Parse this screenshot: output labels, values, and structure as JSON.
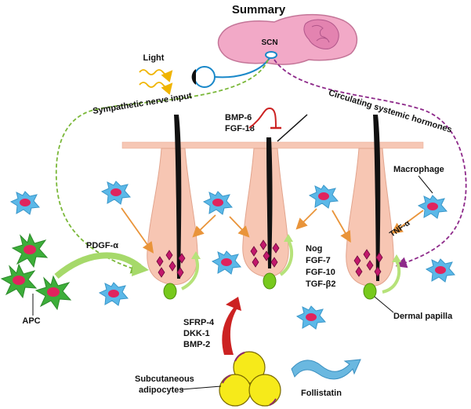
{
  "title": "Summary",
  "labels": {
    "scn": "SCN",
    "light": "Light",
    "sympathetic": "Sympathetic nerve input",
    "circulating": "Circulating systemic hormones",
    "bmp6": "BMP-6",
    "fgf18": "FGF-18",
    "macrophage": "Macrophage",
    "tnf": "TNF-α",
    "pdgf": "PDGF-α",
    "apc": "APC",
    "nog": "Nog",
    "fgf7": "FGF-7",
    "fgf10": "FGF-10",
    "tgfb2": "TGF-β2",
    "dermal_papilla": "Dermal papilla",
    "sfrp4": "SFRP-4",
    "dkk1": "DKK-1",
    "bmp2": "BMP-2",
    "subcutaneous": "Subcutaneous",
    "adipocytes": "adipocytes",
    "follistatin": "Follistatin"
  },
  "colors": {
    "brain": "#f2a9c7",
    "skin": "#f6c7b5",
    "follicle": "#f7c6b3",
    "hair": "#111111",
    "macrophage": "#5bb8e8",
    "nucleus": "#e0245e",
    "apc": "#3dae3a",
    "sympathetic_line": "#7bb83a",
    "hormone_line": "#8e2a8a",
    "arrow_orange": "#e9943a",
    "dermal_papilla": "#77c91c",
    "adipocyte": "#f6ea1a",
    "red_arrow": "#cc2222",
    "follistatin": "#6ab8e0"
  }
}
